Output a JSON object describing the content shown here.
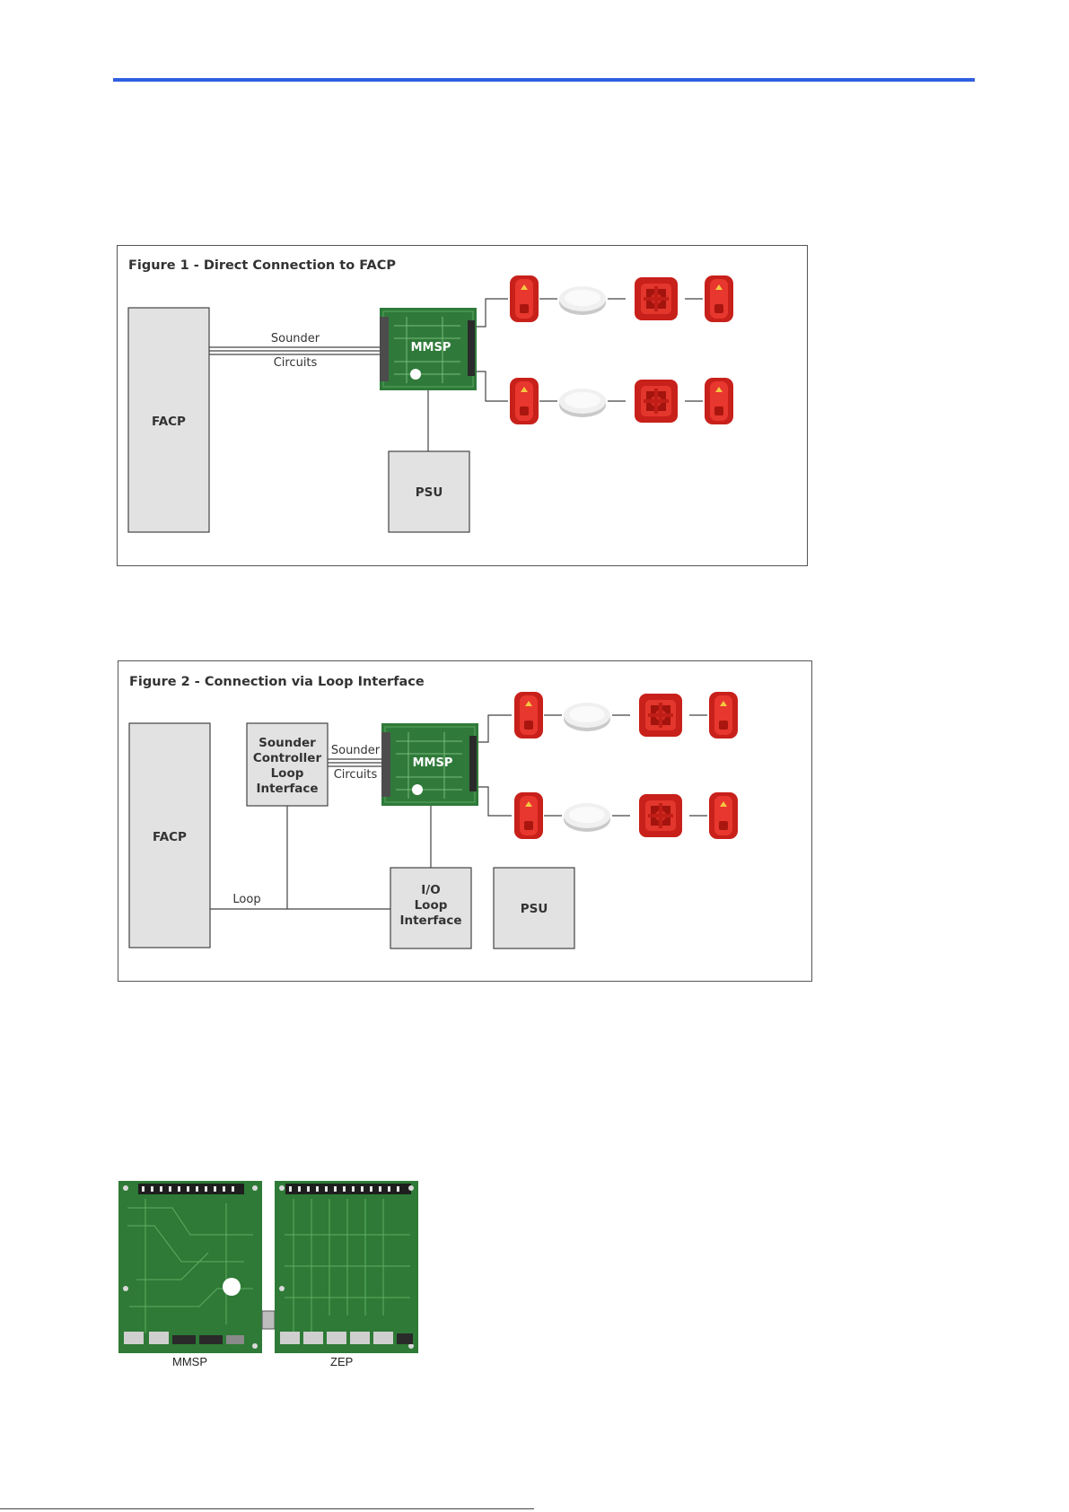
{
  "figure1": {
    "title": "Figure 1 - Direct Connection to FACP",
    "facp": "FACP",
    "psu": "PSU",
    "mmsp": "MMSP",
    "wire_label_top": "Sounder",
    "wire_label_bottom": "Circuits"
  },
  "figure2": {
    "title": "Figure 2 - Connection via Loop Interface",
    "facp": "FACP",
    "sounder_controller": [
      "Sounder",
      "Controller",
      "Loop",
      "Interface"
    ],
    "io_interface": [
      "I/O",
      "Loop",
      "Interface"
    ],
    "psu": "PSU",
    "mmsp": "MMSP",
    "wire_label_top": "Sounder",
    "wire_label_bottom": "Circuits",
    "loop_label": "Loop"
  },
  "boards": {
    "left_caption": "MMSP",
    "right_caption": "ZEP"
  },
  "colors": {
    "accent_bar": "#2f5fe0",
    "device_red": "#d42a22",
    "board_green": "#2f7a3a"
  },
  "icons": [
    "wall-sounder-icon",
    "base-sounder-icon",
    "square-sounder-icon"
  ]
}
